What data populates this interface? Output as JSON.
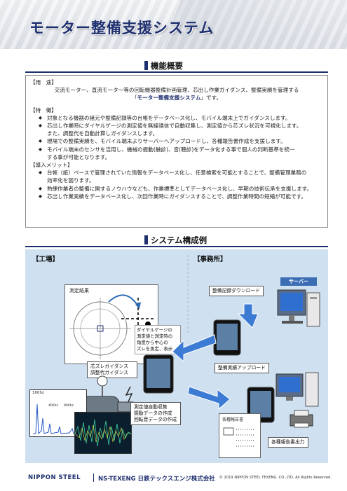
{
  "header": {
    "title": "モーター整備支援システム"
  },
  "sections": {
    "overview": "機能概要",
    "system": "システム構成例"
  },
  "overview": {
    "purpose_label": "【用　途】",
    "purpose_text_1": "交流モーター、直流モーター等の回転機器整備計画管理、芯出し作業ガイダンス、整備実績を管理する",
    "purpose_text_2a": "「",
    "purpose_text_2b": "モーター整備支援システム",
    "purpose_text_2c": "」です。",
    "features_label": "【特　徴】",
    "features": [
      "対象となる機器の諸元や整備記録等の台帳をデータベース化し、モバイル端末上でガイダンスします。",
      "芯出し作業時にダイヤルゲージの測定値を無線通信で自動収集し、測定値から芯ズレ状況を可視化します。",
      "また、調整代を自動計算しガイダンスします。",
      "現場での整備実績を、モバイル端末よりサーバーへアップロードし、各種報告書作成を支援します。",
      "モバイル端末のセンサを活用し、機械の振動(触診)、音(聴診)をデータ化する事で個人の判断基準を統一",
      "する事が可能となります。"
    ],
    "merit_label": "【導入メリット】",
    "merits": [
      "台帳（紙）ベースで管理されていた情報をデータベース化し、任意検索を可能とすることで、整備管理業務の",
      "効率化を図ります。",
      "熟練作業者の整備に関するノウハウなども、作業標準としてデータベース化し、早期の技術伝承を支援します。",
      "芯出し作業実績をデータベース化し、次回作業時にガイダンスすることで、調整作業時間の短縮が可能です。"
    ]
  },
  "diagram": {
    "zone_factory": "【工場】",
    "zone_office": "【事務所】",
    "server": "サーバー",
    "measurement": "測定結果",
    "dial_note": [
      "ダイヤルゲージの",
      "測定値と測定時の",
      "角度から中心の",
      "ズレを測定、表示"
    ],
    "download": "整備記録ダウンロード",
    "guidance": [
      "芯ズレガイダンス",
      "調整代ガイダンス"
    ],
    "upload": "整備実績アップロード",
    "collect": [
      "測定値自動収集",
      "振動データの作成",
      "回転音データの作成"
    ],
    "report_title": "各種報告書",
    "report_output": "各種報告書出力",
    "spectrum_label": "100hz",
    "spectrum_ticks": [
      "400hz",
      "800hz"
    ]
  },
  "footer": {
    "brand1": "NIPPON STEEL",
    "brand2": "NS-TEXENG 日鉄テックスエンジ株式会社",
    "copyright": "© 2019 NIPPON STEEL TEXENG. CO.,LTD. All Rights Reserved."
  },
  "colors": {
    "navy": "#1e2f6f",
    "diagram_bg": "#cfe0f1",
    "server_tag": "#3b6db5",
    "accent_red": "#c00000"
  }
}
